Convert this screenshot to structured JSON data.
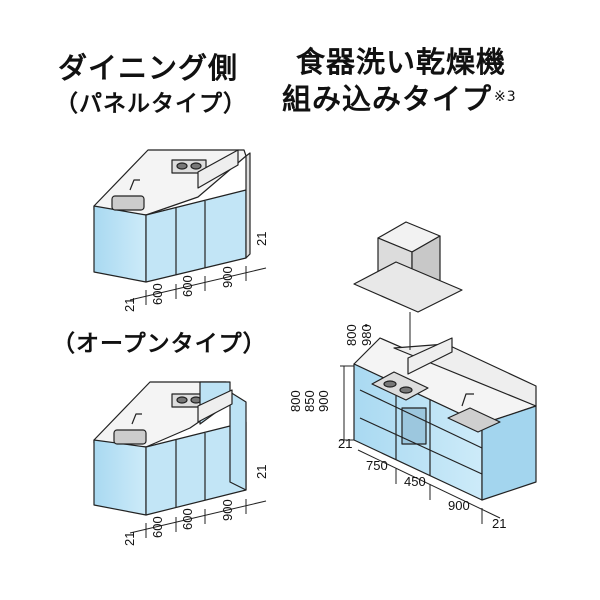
{
  "headings": {
    "dining_side": "ダイニング側",
    "panel_type": "（パネルタイプ）",
    "dishwasher_line1": "食器洗い乾燥機",
    "dishwasher_line2": "組み込みタイプ",
    "note_mark": "※3",
    "open_type": "（オープンタイプ）"
  },
  "panel_dims": {
    "d1": "21",
    "d2": "600",
    "d3": "600",
    "d4": "900",
    "d5": "21"
  },
  "open_dims": {
    "d1": "21",
    "d2": "600",
    "d3": "600",
    "d4": "900",
    "d5": "21"
  },
  "dw_dims": {
    "w1": "21",
    "w2": "750",
    "w3": "450",
    "w4": "900",
    "w5": "21",
    "hood_a": "800",
    "hood_dot": "・",
    "hood_b": "980",
    "h1": "800",
    "h2": "850",
    "h3": "900"
  },
  "colors": {
    "cabinet_blue": "#bde3f5",
    "cabinet_blue_dark": "#8fcbe8",
    "counter": "#f2f2f2",
    "hood": "#e6e6e6",
    "outline": "#222222"
  }
}
